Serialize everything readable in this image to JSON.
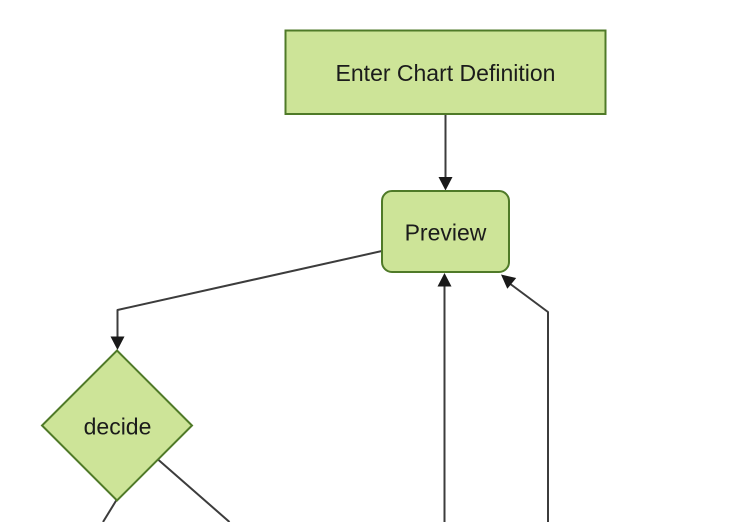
{
  "diagram": {
    "type": "flowchart",
    "colors": {
      "background": "#ffffff",
      "node_fill": "#cde498",
      "node_border": "#4f7a28",
      "edge_line": "#3c3c3c",
      "arrowhead": "#191919",
      "label_text": "#1b1b1b"
    },
    "nodes": [
      {
        "id": "enter-chart-definition",
        "label": "Enter Chart Definition",
        "shape": "rectangle"
      },
      {
        "id": "preview",
        "label": "Preview",
        "shape": "rounded-rectangle"
      },
      {
        "id": "decide",
        "label": "decide",
        "shape": "diamond"
      }
    ],
    "edges": [
      {
        "from": "enter-chart-definition",
        "to": "preview",
        "arrowhead": true
      },
      {
        "from": "preview",
        "to": "decide",
        "arrowhead": true
      },
      {
        "from": "decide",
        "to": "offscreen-bottom-left",
        "arrowhead": false
      },
      {
        "from": "decide",
        "to": "offscreen-bottom-right",
        "arrowhead": false
      },
      {
        "from": "offscreen-bottom",
        "to": "preview",
        "arrowhead": true
      },
      {
        "from": "offscreen-bottom-right",
        "to": "preview",
        "arrowhead": true
      }
    ]
  }
}
